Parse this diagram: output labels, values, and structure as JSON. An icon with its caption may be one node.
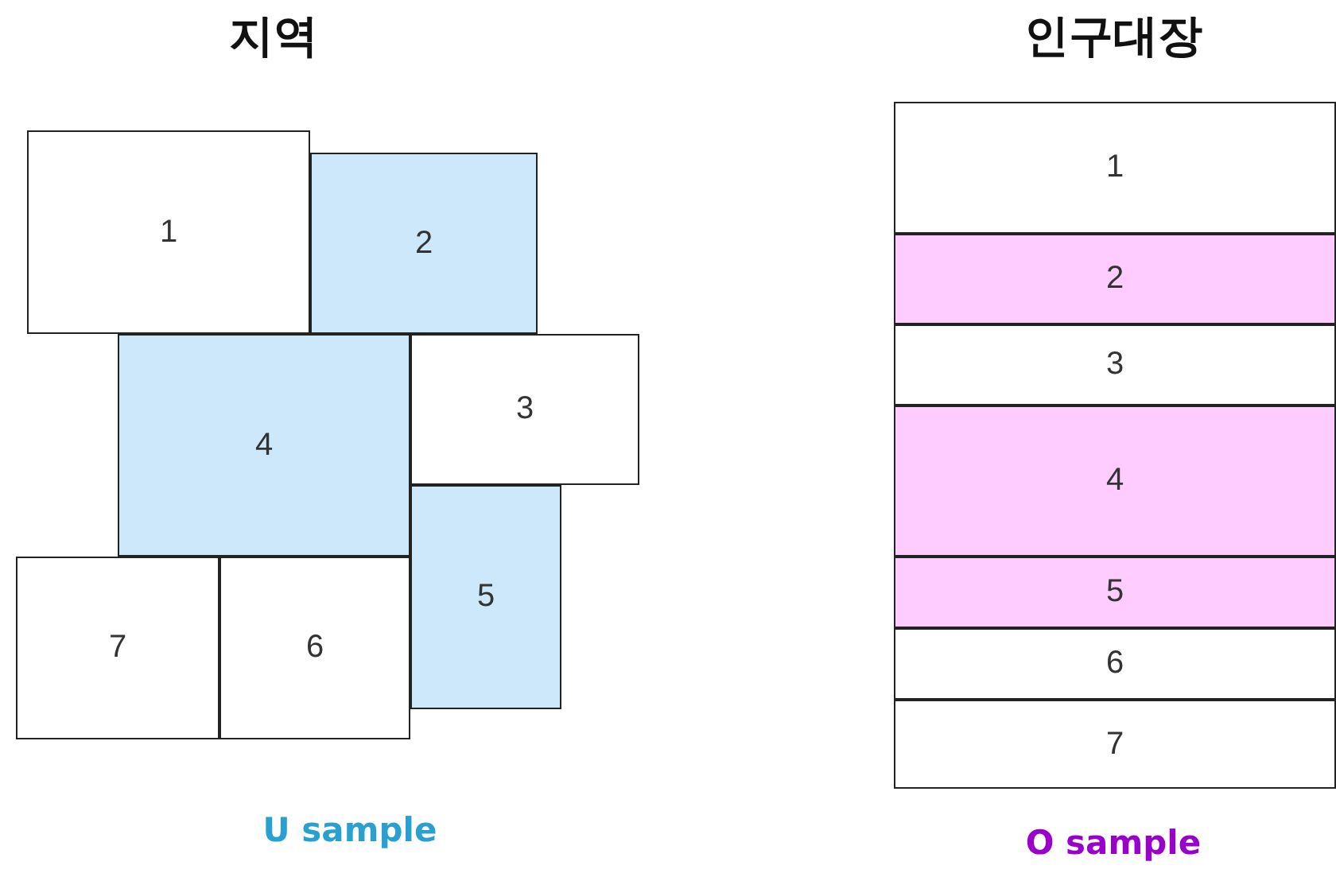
{
  "diagram": {
    "nodes": [
      {
        "text": [
          "1"
        ]
      },
      {
        "text": [
          "2"
        ]
      },
      {
        "text": [
          "3"
        ]
      },
      {
        "text": [
          "4"
        ]
      },
      {
        "text": [
          "5"
        ]
      },
      {
        "text": [
          "6"
        ]
      },
      {
        "text": [
          "7"
        ]
      },
      {
        "text": [
          "1"
        ]
      },
      {
        "text": [
          "2"
        ]
      },
      {
        "text": [
          "3"
        ]
      },
      {
        "text": [
          "4"
        ]
      },
      {
        "text": [
          "5"
        ]
      },
      {
        "text": [
          "6"
        ]
      },
      {
        "text": [
          "7"
        ]
      }
    ],
    "labels": [
      "지역",
      "인구대장",
      "U sample",
      "O sample"
    ]
  }
}
